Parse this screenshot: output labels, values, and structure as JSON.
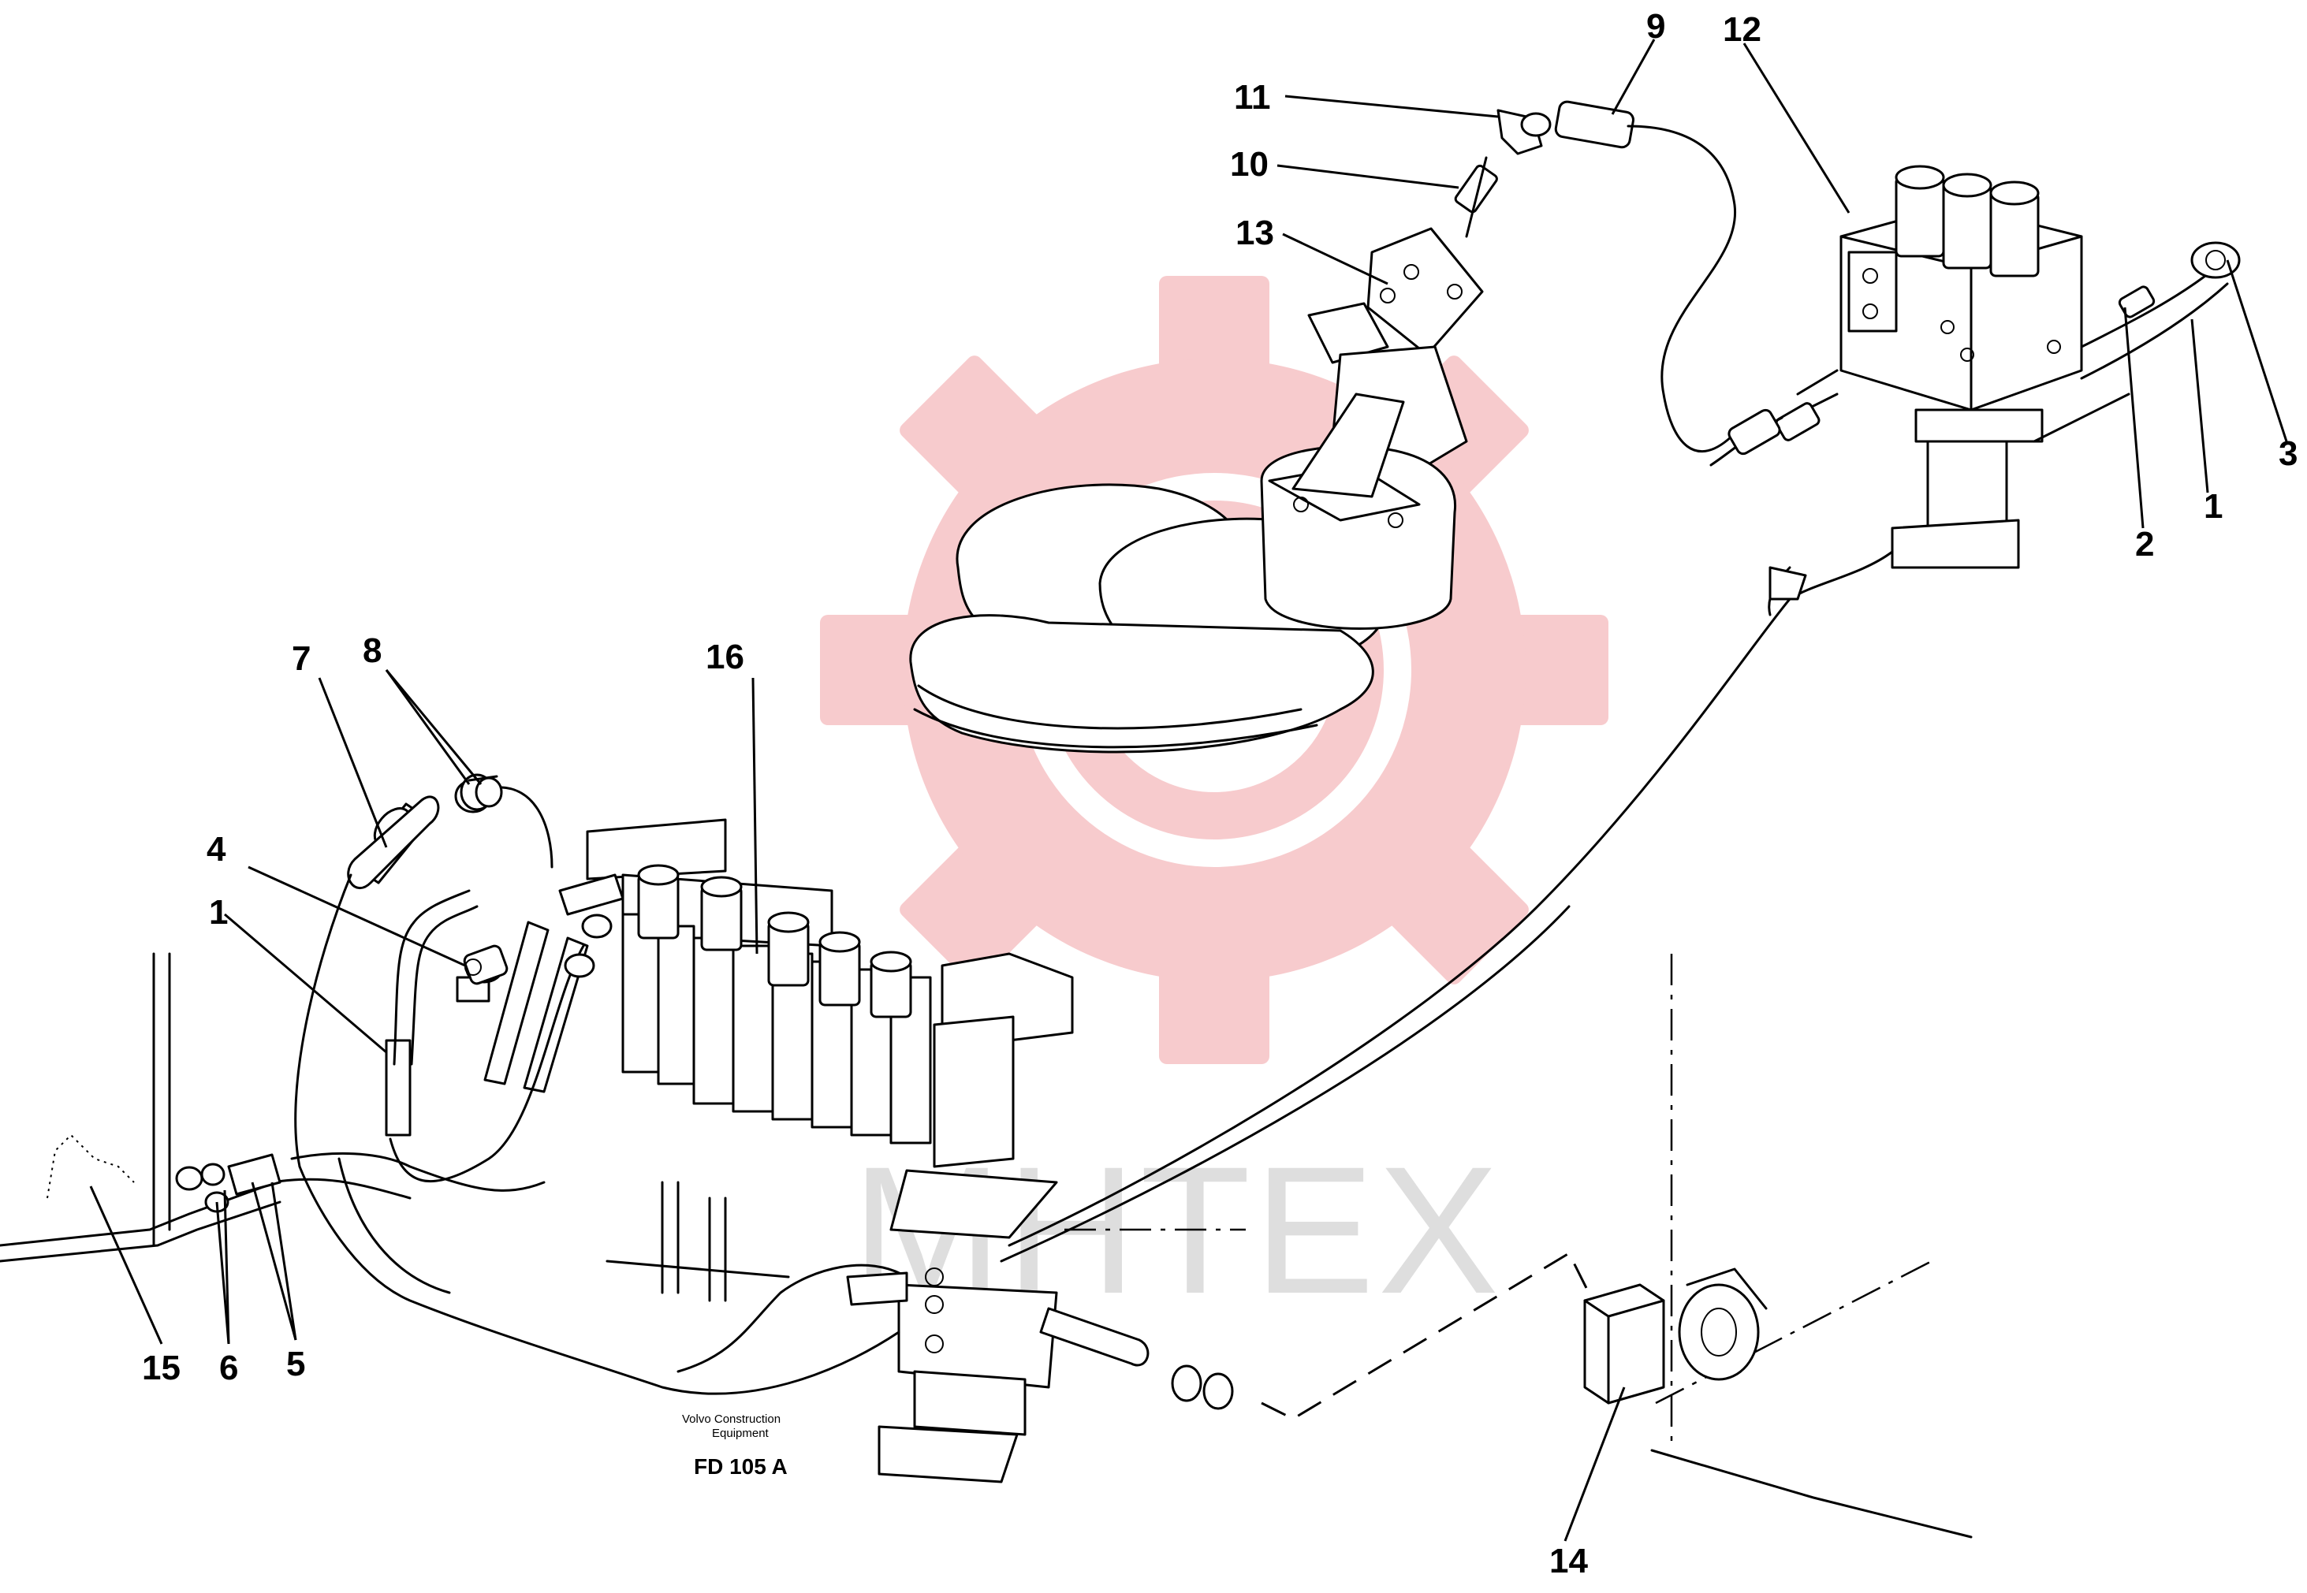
{
  "diagram": {
    "callouts": [
      {
        "id": "c9",
        "label": "9"
      },
      {
        "id": "c12",
        "label": "12"
      },
      {
        "id": "c11",
        "label": "11"
      },
      {
        "id": "c10",
        "label": "10"
      },
      {
        "id": "c13",
        "label": "13"
      },
      {
        "id": "c3",
        "label": "3"
      },
      {
        "id": "c1a",
        "label": "1"
      },
      {
        "id": "c2",
        "label": "2"
      },
      {
        "id": "c7",
        "label": "7"
      },
      {
        "id": "c8",
        "label": "8"
      },
      {
        "id": "c16",
        "label": "16"
      },
      {
        "id": "c4",
        "label": "4"
      },
      {
        "id": "c1b",
        "label": "1"
      },
      {
        "id": "c15",
        "label": "15"
      },
      {
        "id": "c6",
        "label": "6"
      },
      {
        "id": "c5",
        "label": "5"
      },
      {
        "id": "c14",
        "label": "14"
      }
    ],
    "caption": {
      "line1": "Volvo Construction",
      "line2": "Equipment",
      "code": "FD 105 A"
    },
    "watermark": {
      "text": "MHTEX",
      "gear_color": "#f6c2c4",
      "text_color": "#d9d9d9"
    }
  }
}
